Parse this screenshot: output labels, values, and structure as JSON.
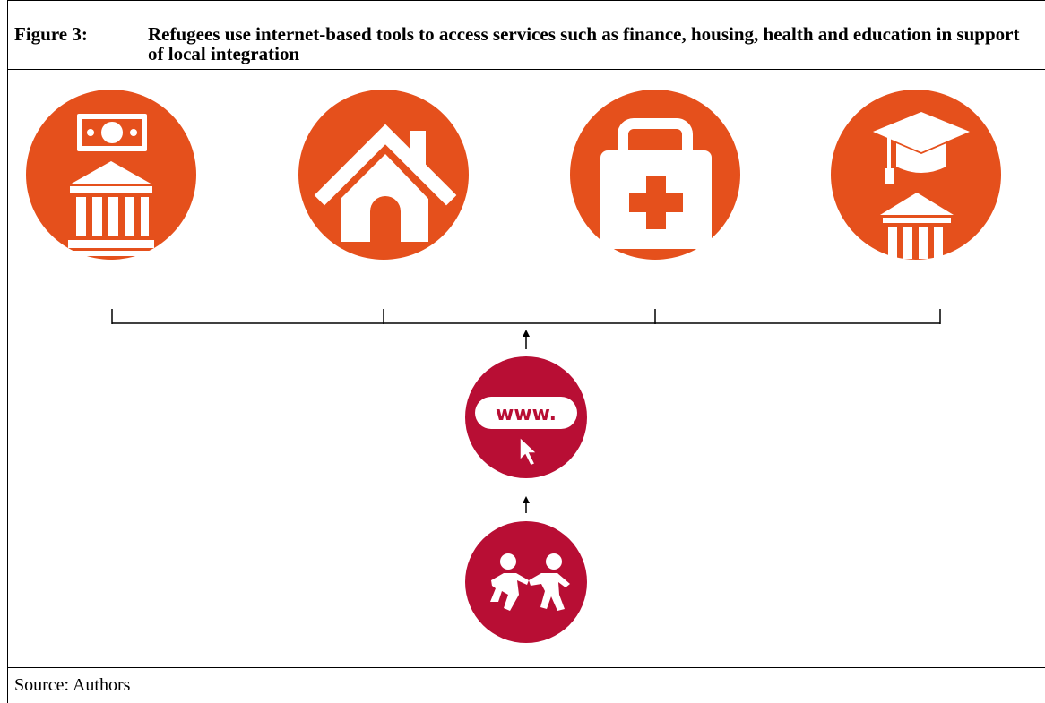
{
  "figure": {
    "label": "Figure 3:",
    "title": "Refugees use internet-based tools to access services such as finance, housing, health and education in support of local integration"
  },
  "services": [
    {
      "name": "finance",
      "icon": "bank-with-banknote-icon"
    },
    {
      "name": "housing",
      "icon": "house-icon"
    },
    {
      "name": "health",
      "icon": "medical-kit-icon"
    },
    {
      "name": "education",
      "icon": "graduation-cap-with-building-icon"
    }
  ],
  "internet": {
    "label": "www.",
    "icon": "web-browser-cursor-icon"
  },
  "refugees": {
    "icon": "two-people-holding-hands-icon"
  },
  "source": "Source: Authors",
  "colors": {
    "service_orange": "#E5501C",
    "crimson": "#B80E34",
    "line": "#000000"
  }
}
